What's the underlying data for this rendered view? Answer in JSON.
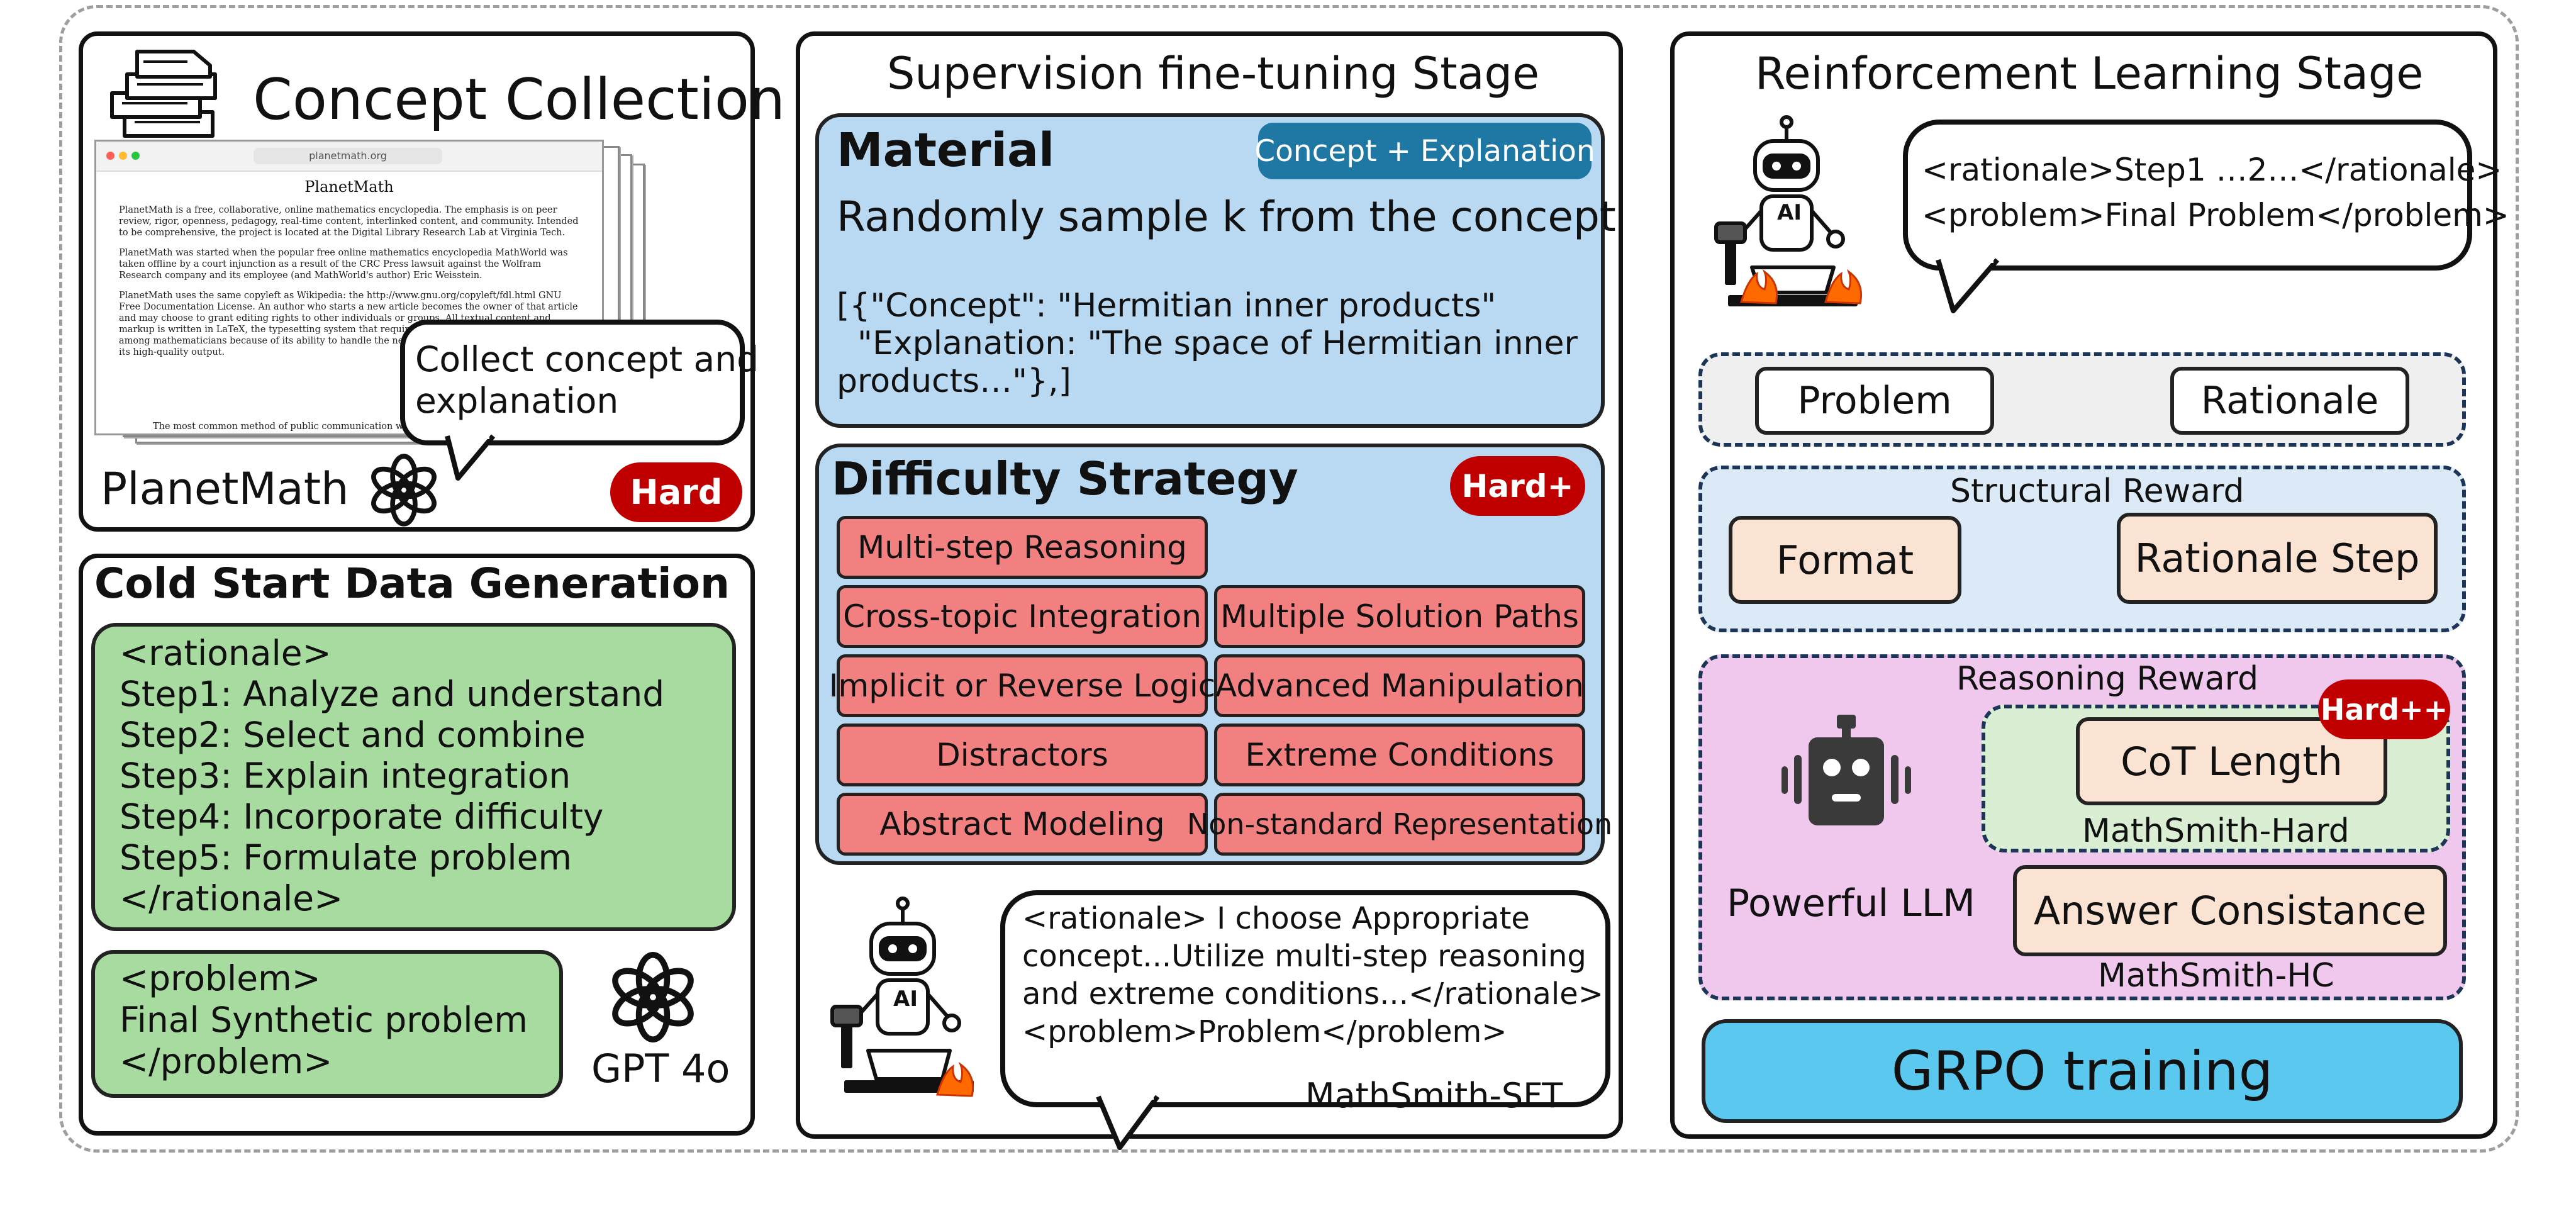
{
  "collection": {
    "title": "Concept Collection",
    "source_label": "PlanetMath",
    "browser_url": "planetmath.org",
    "page_heading": "PlanetMath",
    "paragraph_1": "PlanetMath is a free, collaborative, online mathematics encyclopedia. The emphasis is on peer review, rigor, openness, pedagogy, real-time content, interlinked content, and community. Intended to be comprehensive, the project is located at the Digital Library Research Lab at Virginia Tech.",
    "paragraph_2": "PlanetMath was started when the popular free online mathematics encyclopedia MathWorld was taken offline by a court injunction as a result of the CRC Press lawsuit against the Wolfram Research company and its employee (and MathWorld's author) Eric Weisstein.",
    "paragraph_3": "PlanetMath uses the same copyleft as Wikipedia: the http://www.gnu.org/copyleft/fdl.html GNU Free Documentation License. An author who starts a new article becomes the owner of that article and may choose to grant editing rights to other individuals or groups. All textual content and markup is written in LaTeX, the typesetting system that requires some learning but is popular among mathematicians because of its ability to handle the needs of mathematical typesetting and its high-quality output.",
    "footer_line": "The most common method of public communication within PlanetMath",
    "bubble_text": [
      "Collect concept and",
      "explanation"
    ],
    "badge": "Hard"
  },
  "cold_start": {
    "title": "Cold Start Data Generation",
    "rationale_lines": [
      "<rationale>",
      "Step1:  Analyze and understand",
      "Step2: Select and combine",
      "Step3: Explain integration",
      "Step4: Incorporate difficulty",
      "Step5: Formulate problem",
      "</rationale>"
    ],
    "problem_lines": [
      "<problem>",
      "Final Synthetic problem",
      "</problem>"
    ],
    "model_label": "GPT 4o"
  },
  "sft": {
    "title": "Supervision fine-tuning Stage",
    "material": {
      "title": "Material",
      "badge": "Concept + Explanation",
      "subtitle": "Randomly sample k from the concept",
      "example_lines": [
        "[{\"Concept\": \"Hermitian inner products\"",
        "  \"Explanation: \"The space of Hermitian inner",
        "products…\"},]"
      ]
    },
    "difficulty": {
      "title": "Difficulty Strategy",
      "badge": "Hard+",
      "left": [
        "Multi-step Reasoning",
        "Cross-topic Integration",
        "Implicit or Reverse Logic",
        "Distractors",
        "Abstract Modeling"
      ],
      "right": [
        "Multiple Solution Paths",
        "Advanced Manipulation",
        "Extreme Conditions",
        "Non-standard Representation"
      ]
    },
    "robot_label": "AI",
    "bubble_lines": [
      "<rationale> I choose Appropriate",
      "concept...Utilize multi-step reasoning",
      "and extreme conditions...</rationale>",
      "<problem>Problem</problem>"
    ],
    "model_name": "MathSmith-SFT"
  },
  "rl": {
    "title": "Reinforcement Learning Stage",
    "robot_label": "AI",
    "bubble_lines": [
      "<rationale>Step1 …2…</rationale>",
      "<problem>Final Problem</problem>"
    ],
    "problem_label": "Problem",
    "rationale_label": "Rationale",
    "structural": {
      "title": "Structural Reward",
      "format": "Format",
      "step": "Rationale Step"
    },
    "reasoning": {
      "title": "Reasoning Reward",
      "badge": "Hard++",
      "cot": "CoT Length",
      "hard_label": "MathSmith-Hard",
      "llm_label": "Powerful LLM",
      "answer": "Answer Consistance",
      "hc_label": "MathSmith-HC"
    },
    "grpo": "GRPO training"
  },
  "colors": {
    "hard_red": "#c00000",
    "teal": "#1f77a4",
    "light_blue": "#b9d9f2",
    "green": "#a8dba0",
    "salmon": "#f28080",
    "pink": "#f0c8ee",
    "cyan": "#5bc8ef"
  }
}
